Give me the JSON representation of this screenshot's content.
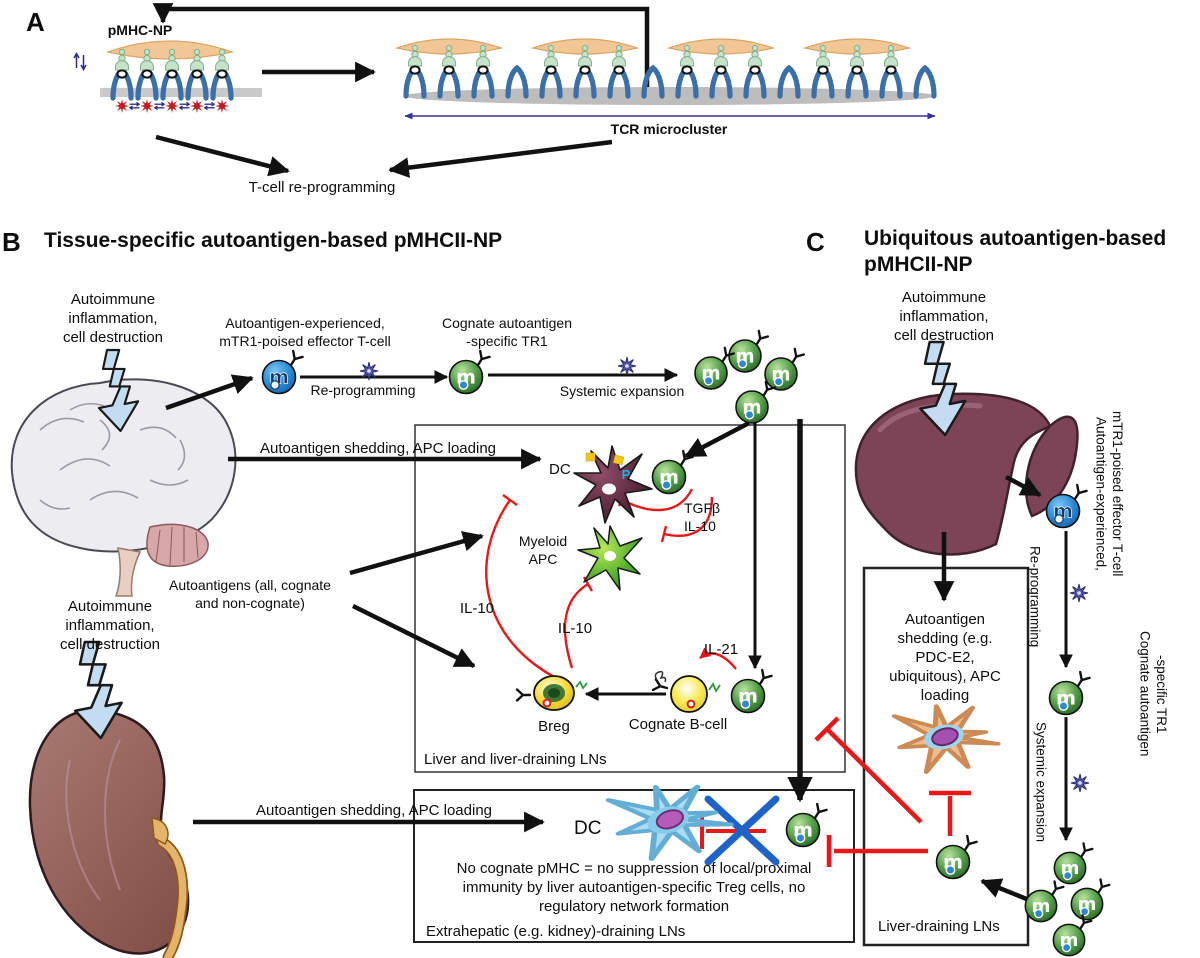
{
  "colors": {
    "np_orange": "#f2c795",
    "pmhc_green": "#c4e3c9",
    "tcr_blue": "#3a6fa8",
    "signal_red": "#c41a20",
    "inhibit_red": "#ee1616",
    "block_blue": "#1f63c8",
    "star_purple": "#4f55a0",
    "tr1_green": "#3f8f3a",
    "effector_blue": "#2e8ed8",
    "membrane_gray": "#c9c9c9"
  },
  "cells": {
    "tr1_glyph": "m",
    "effector_glyph": "m"
  },
  "panelA": {
    "label": "A",
    "np_label": "pMHC-NP",
    "microcluster_label": "TCR microcluster",
    "reprogramming_label": "T-cell re-programming"
  },
  "panelB": {
    "label": "B",
    "title": "Tissue-specific autoantigen-based pMHCII-NP",
    "brain_caption": "Autoimmune\ninflammation,\ncell destruction",
    "kidney_caption": "Autoimmune\ninflammation,\ncell destruction",
    "effector_label": "Autoantigen-experienced,\nmTR1-poised effector T-cell",
    "tr1_label": "Cognate autoantigen\n-specific TR1",
    "reprogramming_label": "Re-programming",
    "expansion_label": "Systemic expansion",
    "shedding_label_liver": "Autoantigen shedding, APC loading",
    "shedding_label_kidney": "Autoantigen shedding, APC loading",
    "autoantigens_label": "Autoantigens (all, cognate\nand non-cognate)",
    "liver_box": {
      "dc_label": "DC",
      "p_label": "P",
      "tgfb_il10_label": "TGFβ\nIL-10",
      "myeloid_label": "Myeloid\nAPC",
      "il10_a": "IL-10",
      "il10_b": "IL-10",
      "il21_label": "IL-21",
      "breg_label": "Breg",
      "bcell_label": "Cognate B-cell",
      "box_label": "Liver and liver-draining LNs"
    },
    "extrahepatic_box": {
      "dc_label": "DC",
      "no_suppression_text": "No cognate pMHC = no suppression of local/proximal\nimmunity by liver autoantigen-specific Treg cells, no\nregulatory network formation",
      "box_label": "Extrahepatic (e.g. kidney)-draining LNs"
    }
  },
  "panelC": {
    "label": "C",
    "title": "Ubiquitous autoantigen-based\npMHCII-NP",
    "liver_caption": "Autoimmune\ninflammation,\ncell destruction",
    "effector_label": "Autoantigen-experienced,\nmTR1-poised effector T-cell",
    "reprogramming_label": "Re-programming",
    "tr1_label": "Cognate autoantigen\n-specific TR1",
    "expansion_label": "Systemic expansion",
    "box": {
      "shedding_text": "Autoantigen\nshedding (e.g.\nPDC-E2,\nubiquitous), APC\nloading",
      "box_label": "Liver-draining LNs"
    }
  }
}
